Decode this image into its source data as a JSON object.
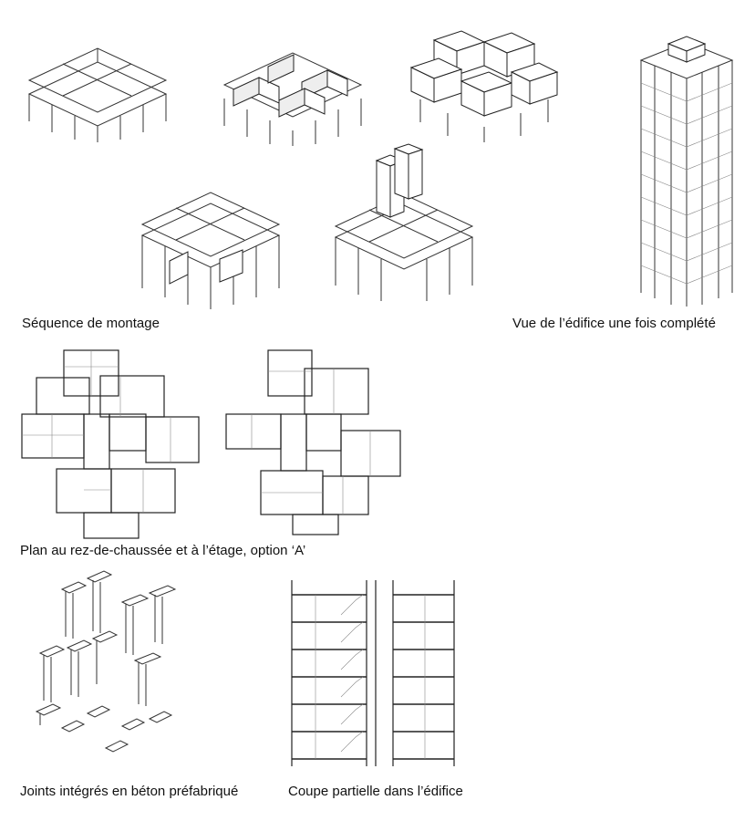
{
  "captions": {
    "assembly_sequence": "Séquence de montage",
    "completed_view": "Vue de l’édifice une fois complété",
    "plan": "Plan au rez-de-chaussée et à l’étage, option ‘A’",
    "joints": "Joints intégrés en béton préfabriqué",
    "section": "Coupe partielle dans l’édifice"
  }
}
